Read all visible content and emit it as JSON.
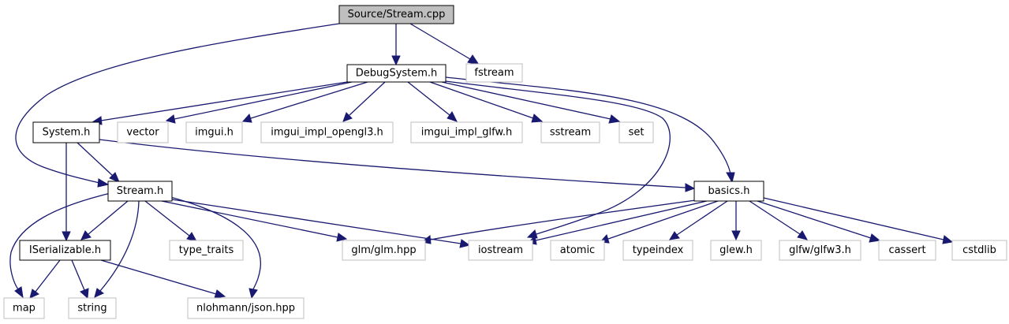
{
  "graph": {
    "nodes": {
      "stream_cpp": "Source/Stream.cpp",
      "debugsystem_h": "DebugSystem.h",
      "fstream": "fstream",
      "system_h": "System.h",
      "vector": "vector",
      "imgui_h": "imgui.h",
      "imgui_impl_opengl3_h": "imgui_impl_opengl3.h",
      "imgui_impl_glfw_h": "imgui_impl_glfw.h",
      "sstream": "sstream",
      "set": "set",
      "stream_h": "Stream.h",
      "basics_h": "basics.h",
      "iserializable_h": "ISerializable.h",
      "type_traits": "type_traits",
      "glm_hpp": "glm/glm.hpp",
      "iostream": "iostream",
      "atomic": "atomic",
      "typeindex": "typeindex",
      "glew_h": "glew.h",
      "glfw3_h": "glfw/glfw3.h",
      "cassert": "cassert",
      "cstdlib": "cstdlib",
      "map": "map",
      "string": "string",
      "json_hpp": "nlohmann/json.hpp"
    }
  }
}
